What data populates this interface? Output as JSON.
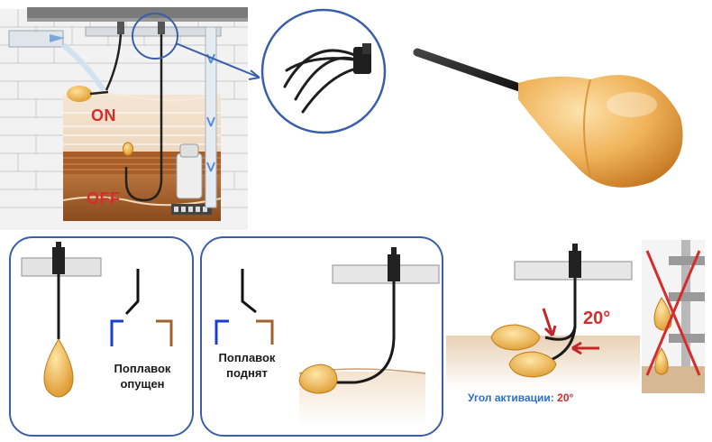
{
  "tank": {
    "on_label": "ON",
    "off_label": "OFF"
  },
  "switch_off": {
    "caption_line1": "Поплавок",
    "caption_line2": "опущен"
  },
  "switch_on": {
    "caption_line1": "Поплавок",
    "caption_line2": "поднят"
  },
  "activation": {
    "angle": "20°",
    "caption_label": "Угол активации:",
    "caption_value": "20°"
  },
  "colors": {
    "panel_border": "#3a5fa8",
    "float_orange": "#e8a63c",
    "alert_red": "#d62c2c",
    "caption_blue": "#2a6fd1",
    "wire_blue": "#1a3fd0",
    "wire_brown": "#a0622a"
  }
}
